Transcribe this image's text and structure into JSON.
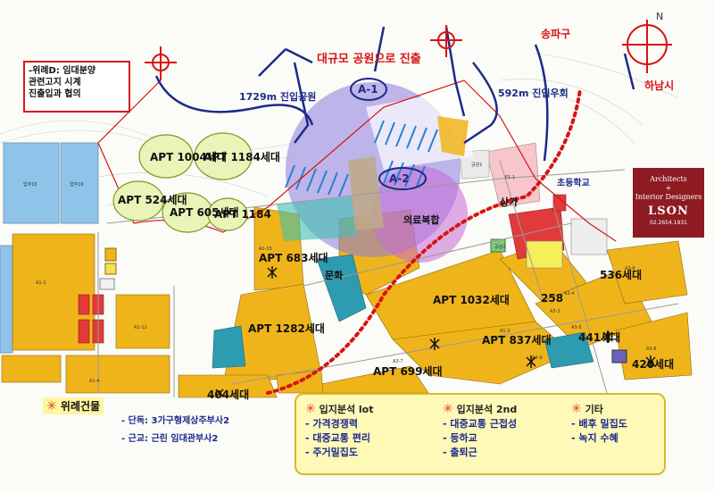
{
  "note": {
    "lines": [
      "-위례D: 임대분양",
      "관련고지 시계",
      "진출입과 협의"
    ]
  },
  "compass": {
    "north": "N"
  },
  "callouts": {
    "park_top": "대규모 공원으로 진출",
    "a1_tag": "A-1",
    "a2_tag": "A-2",
    "walk_left": "1729m 진입공원",
    "walk_right": "592m 진입우회",
    "station_label": "송파구",
    "hanam": "하남시",
    "school_right": "초등학교",
    "commercial": "상가",
    "mixed": "의료복합",
    "culture": "문화"
  },
  "apartments": {
    "north_group": [
      "APT 1004세대",
      "APT 1184세대",
      "APT 524세대",
      "APT 605세대",
      "APT 1184"
    ],
    "a1_block": "APT 1282세대",
    "a1_mid": "APT 683세대",
    "east_mid": "APT 1032세대",
    "east_low": "APT 837세대",
    "south": "APT 699세대",
    "far_east_upper": "536세대",
    "far_east_lower": "420세대",
    "east_small": "441세대",
    "east_tiny": "258",
    "bottom_left": "404세대"
  },
  "lot_codes": [
    "업무15",
    "업무16",
    "A1-1",
    "A1-12",
    "A1-4",
    "A1-15",
    "A1-3",
    "A3-4",
    "A3-3",
    "A3-5",
    "A3-6",
    "A3-7",
    "A3-8",
    "A3-9",
    "E1-1",
    "공원1",
    "공원2"
  ],
  "logo": {
    "line1": "Architects",
    "line2": "+",
    "line3": "Interior Designers",
    "brand": "LSON",
    "phone": "02.2654.1931"
  },
  "location": {
    "title": "위례건물",
    "lines": [
      "- 단독: 3가구형제상주부사2",
      "- 근교: 근린 임대관부사2"
    ]
  },
  "legend": {
    "col1_head": "입지분석 lot",
    "col1": [
      "- 가격경쟁력",
      "- 대중교통 편리",
      "- 주거밀집도"
    ],
    "col2_head": "입지분석 2nd",
    "col2": [
      "- 대중교통 근접성",
      "- 등하교",
      "- 출퇴근"
    ],
    "col3_head": "기타",
    "col3": [
      "- 배후 밀집도",
      "- 녹지 수혜"
    ]
  },
  "colors": {
    "residential": "#f0b41b",
    "commercial": "#e23a3a",
    "business": "#8fc3ea",
    "park": "#8a4fd8",
    "school": "#2d9bb0",
    "ink_blue": "#1b2a8a",
    "ink_red": "#d61414",
    "logo_bg": "#8e1b22"
  }
}
